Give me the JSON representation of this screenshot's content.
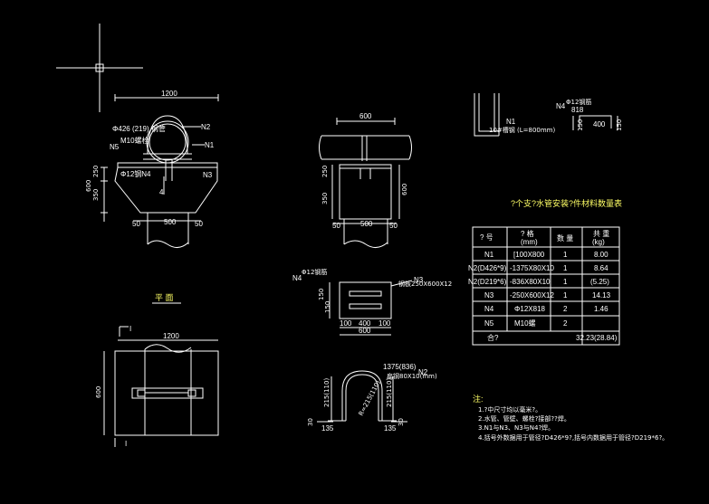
{
  "drawing": {
    "front_view": {
      "dim_top": "1200",
      "pipe_label": "Φ426 (219) 钢管",
      "n2_label": "N2",
      "m10_label": "M10螺栓",
      "n5_label": "N5",
      "n1_label": "N1",
      "d12_label": "Φ12钢N4",
      "n3_label": "N3",
      "dim_250": "250",
      "dim_350": "350",
      "dim_600": "600",
      "dim_50_left": "50",
      "dim_500": "500",
      "dim_50_right": "50"
    },
    "side_view": {
      "dim_top": "600",
      "dim_250": "250",
      "dim_350": "350",
      "dim_600": "600",
      "dim_50_left": "50",
      "dim_500": "500",
      "dim_50_right": "50"
    },
    "plan_view": {
      "title": "平 面",
      "section_marker_top": "I",
      "section_marker_bottom": "I",
      "dim_width": "1200",
      "dim_height": "600"
    },
    "n3_detail": {
      "n4_label": "N4",
      "d12_label": "Φ12钢筋",
      "plate_label": "钢板250X600X12",
      "n3_label": "N3",
      "dim_150a": "150",
      "dim_150b": "150",
      "dim_100_left": "100",
      "dim_400": "400",
      "dim_100_right": "100",
      "dim_600": "600"
    },
    "n2_detail": {
      "length_label": "1375(836)",
      "n2_label": "N2",
      "section_label": "扁钢80X10(mm)",
      "radius_label": "R=215(110)",
      "dim_left": "215(110)",
      "dim_right": "215(110)",
      "dim_30_left": "30",
      "dim_30_right": "30",
      "dim_135_left": "135",
      "dim_135_right": "135"
    },
    "n1_detail": {
      "n1_label": "N1",
      "section_label": "10#槽钢 (L=800mm)"
    },
    "n4_detail": {
      "n4_label": "N4",
      "d12_label": "Φ12钢筋",
      "length_label": "818",
      "dim_150_left": "150",
      "dim_400": "400",
      "dim_150_right": "150"
    },
    "material_table": {
      "title": "?个支?水管安装?件材料数量表",
      "headers": [
        "? 号",
        "? 格\n(mm)",
        "数 量",
        "共 重\n(kg)"
      ],
      "rows": [
        [
          "N1",
          "[100X800",
          "1",
          "8.00"
        ],
        [
          "N2(D426*9)",
          "-1375X80X10",
          "1",
          "8.64"
        ],
        [
          "N2(D219*6)",
          "-836X80X10",
          "1",
          "(5.25)"
        ],
        [
          "N3",
          "-250X600X12",
          "1",
          "14.13"
        ],
        [
          "N4",
          "Φ12X818",
          "2",
          "1.46"
        ],
        [
          "N5",
          "M10螺",
          "2",
          ""
        ]
      ],
      "total_label": "合?",
      "total_value": "32.23(28.84)"
    },
    "notes": {
      "title": "注:",
      "lines": [
        "1.?中尺寸均以毫米?。",
        "2.水管、管壁、螺栓?接部??焊。",
        "3.N1与N3、N3与N4?焊。",
        "4.括号外数据用于管径?D426*9?,括号内数据用于管径?D219*6?。"
      ]
    }
  }
}
